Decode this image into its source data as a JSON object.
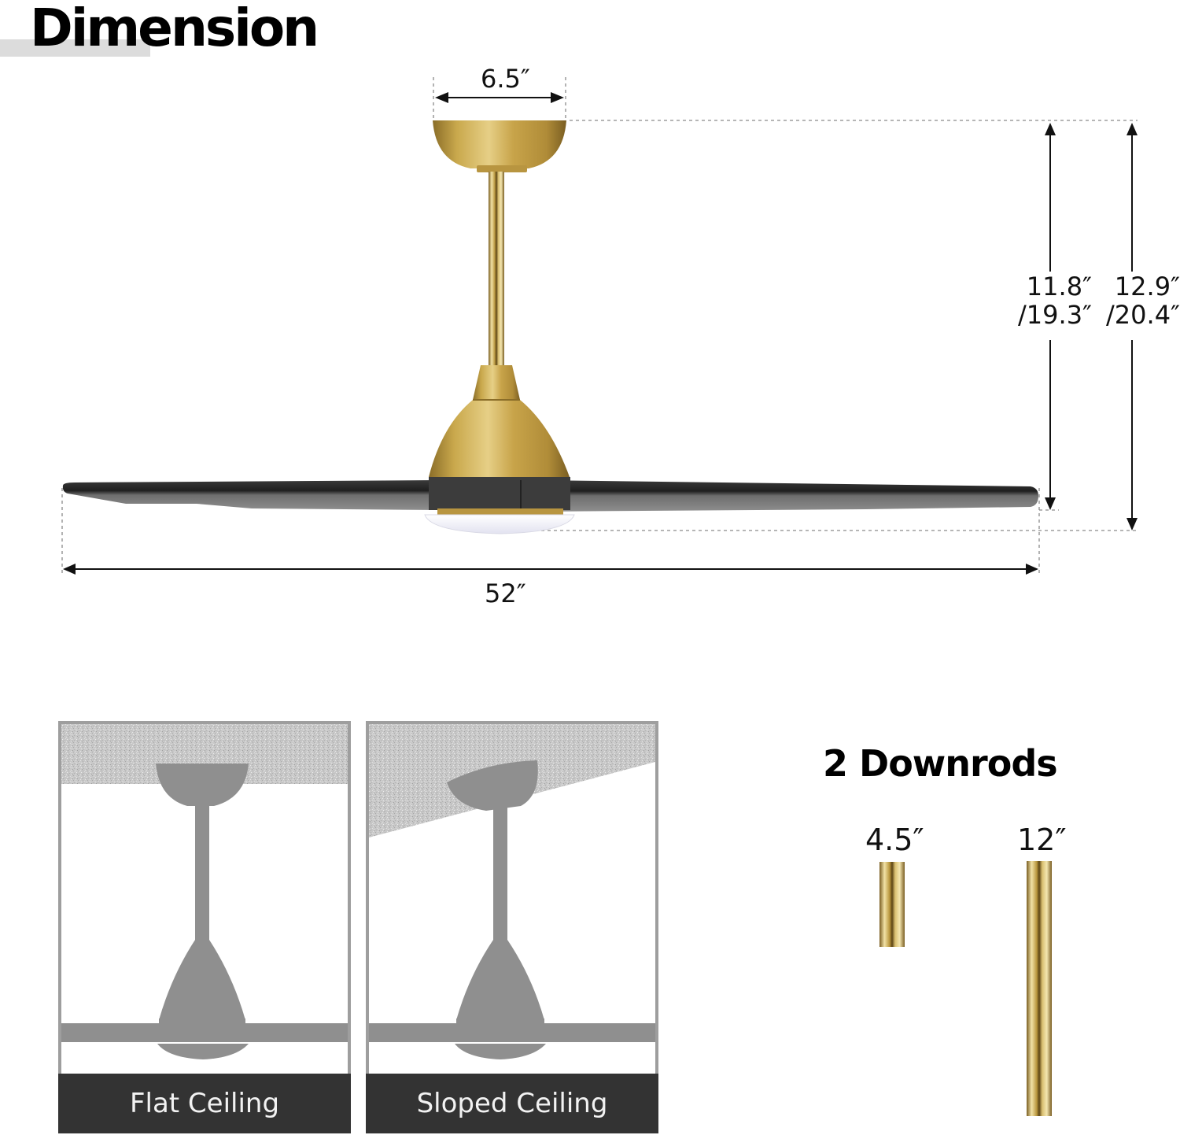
{
  "header": {
    "title": "Dimension"
  },
  "fan_diagram": {
    "canopy_width": "6.5″",
    "blade_span": "52″",
    "height_to_blade": {
      "short": "11.8″",
      "long": "/19.3″"
    },
    "height_to_light": {
      "short": "12.9″",
      "long": "/20.4″"
    },
    "colors": {
      "brass": "#c9a84c",
      "blade": "#2b2b2b",
      "light": "#eeeef8"
    }
  },
  "mount_panels": [
    {
      "label": "Flat Ceiling"
    },
    {
      "label": "Sloped Ceiling"
    }
  ],
  "downrods": {
    "title": "2 Downrods",
    "items": [
      {
        "length": "4.5″"
      },
      {
        "length": "12″"
      }
    ]
  }
}
